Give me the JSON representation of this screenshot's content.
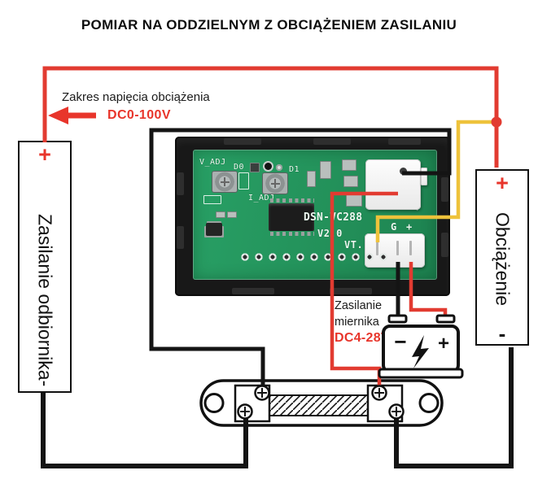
{
  "title": "POMIAR NA ODDZIELNYM Z OBCIĄŻENIEM ZASILANIU",
  "annotations": {
    "range": {
      "label": "Zakres napięcia obciążenia",
      "value": "DC0-100V"
    },
    "meter_supply": {
      "line1": "Zasilanie",
      "line2": "miernika",
      "value": "DC4-28V"
    }
  },
  "boxes": {
    "source": {
      "plus": "+",
      "label": "Zasilanie odbiornika-"
    },
    "load": {
      "plus": "+",
      "label": "Obciążenie",
      "minus": "-"
    }
  },
  "module": {
    "silk": {
      "v_adj": "V_ADJ",
      "d0": "D0",
      "d1": "D1",
      "i_adj": "I_ADJ",
      "model": "DSN-VC288",
      "version": "V2.0",
      "vt": "VT.",
      "g": "G",
      "plus_upper": "+",
      "plus_lower": "+"
    }
  },
  "battery": {
    "plus": "+",
    "minus": "−"
  },
  "colors": {
    "wire_red": "#e23b31",
    "wire_yellow": "#eec23b",
    "wire_black": "#141414",
    "pcb_green": "#23915a",
    "text_red": "#e8352b"
  }
}
